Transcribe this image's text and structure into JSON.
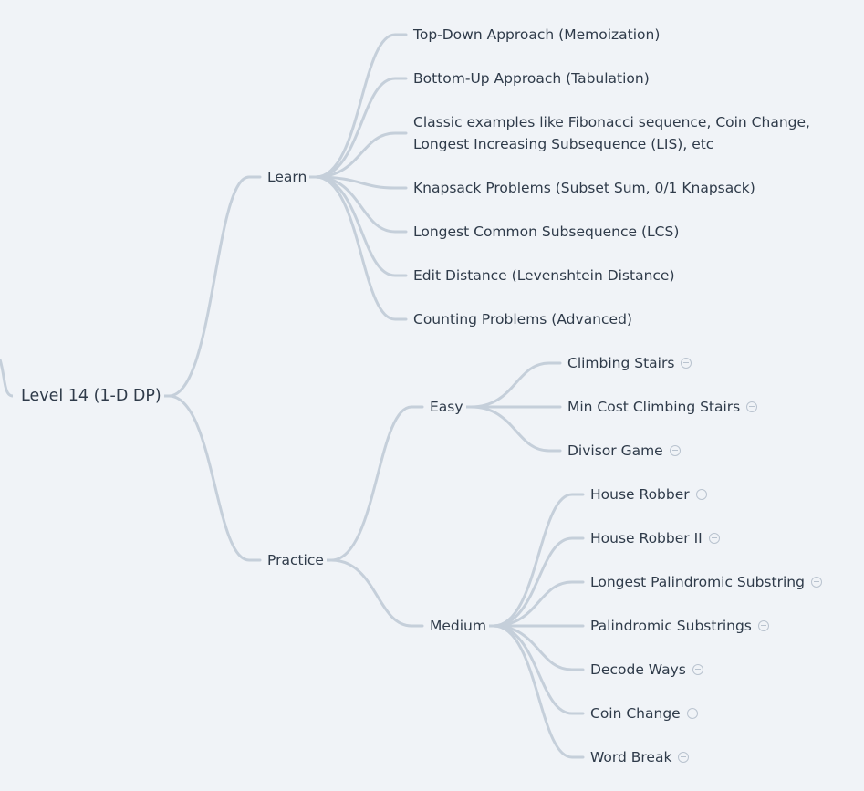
{
  "mindmap": {
    "root": {
      "label": "Level 14 (1-D DP)"
    },
    "branches": [
      {
        "label": "Learn",
        "children": [
          {
            "label": "Top-Down Approach (Memoization)"
          },
          {
            "label": "Bottom-Up Approach (Tabulation)"
          },
          {
            "label": "Classic examples like Fibonacci sequence, Coin Change, Longest Increasing Subsequence (LIS), etc"
          },
          {
            "label": "Knapsack Problems (Subset Sum, 0/1 Knapsack)"
          },
          {
            "label": "Longest Common Subsequence (LCS)"
          },
          {
            "label": "Edit Distance (Levenshtein Distance)"
          },
          {
            "label": "Counting Problems (Advanced)"
          }
        ]
      },
      {
        "label": "Practice",
        "children": [
          {
            "label": "Easy",
            "children": [
              {
                "label": "Climbing Stairs",
                "link": true
              },
              {
                "label": "Min Cost Climbing Stairs",
                "link": true
              },
              {
                "label": "Divisor Game",
                "link": true
              }
            ]
          },
          {
            "label": "Medium",
            "children": [
              {
                "label": "House Robber",
                "link": true
              },
              {
                "label": "House Robber II",
                "link": true
              },
              {
                "label": "Longest Palindromic Substring",
                "link": true
              },
              {
                "label": "Palindromic Substrings",
                "link": true
              },
              {
                "label": "Decode Ways",
                "link": true
              },
              {
                "label": "Coin Change",
                "link": true
              },
              {
                "label": "Word Break",
                "link": true
              }
            ]
          }
        ]
      }
    ],
    "colors": {
      "edge": "#c5cfda",
      "background": "#f0f3f7",
      "text": "#2f3b4a"
    }
  }
}
